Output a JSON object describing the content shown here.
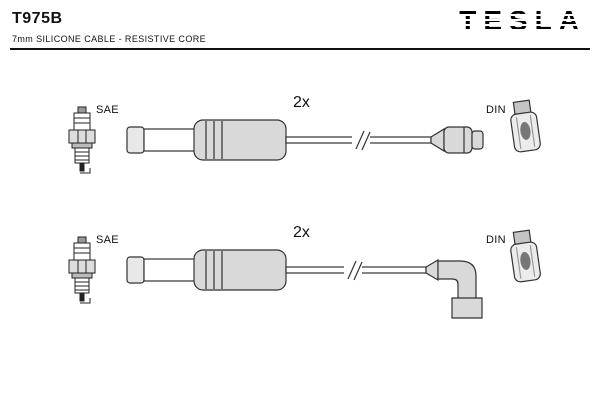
{
  "header": {
    "part_number": "T975B",
    "subtitle": "7mm SILICONE CABLE -  RESISTIVE CORE",
    "brand": "TESLA"
  },
  "rows": [
    {
      "quantity": "2x",
      "plug_standard": "SAE",
      "connector_standard": "DIN",
      "end_type": "straight"
    },
    {
      "quantity": "2x",
      "plug_standard": "SAE",
      "connector_standard": "DIN",
      "end_type": "angled"
    }
  ]
}
